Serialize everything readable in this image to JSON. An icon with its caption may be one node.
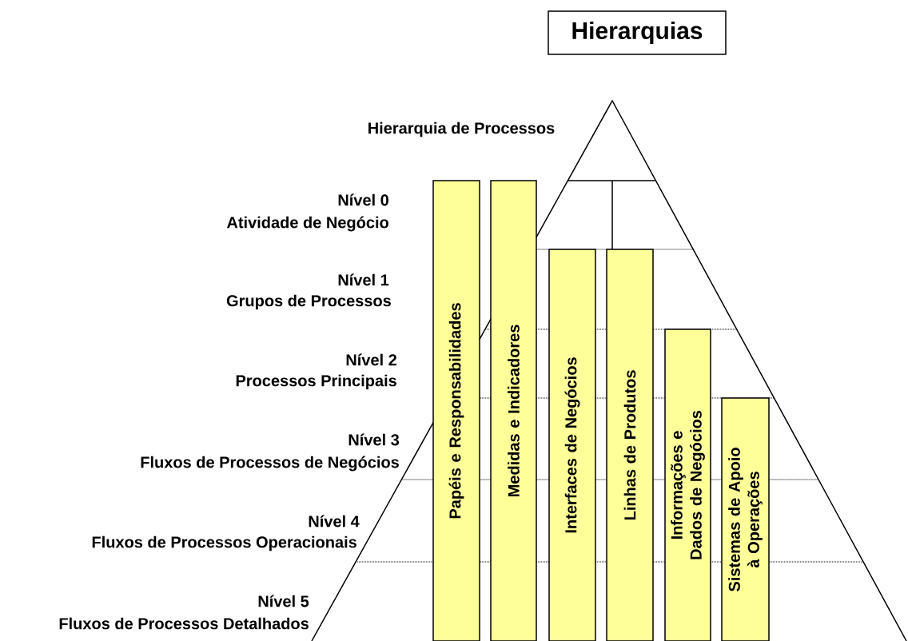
{
  "diagram": {
    "title": "Hierarquias",
    "nodes": [
      {
        "text": [
          "Papéis e Responsabilidades"
        ]
      },
      {
        "text": [
          "Medidas e Indicadores"
        ]
      },
      {
        "text": [
          "Interfaces de Negócios"
        ]
      },
      {
        "text": [
          "Linhas de Produtos"
        ]
      },
      {
        "text": [
          "Informações e Dados de Negócios"
        ]
      },
      {
        "text": [
          "Sistemas de Apoio à Operações"
        ]
      }
    ],
    "labels": [
      "Hierarquia de Processos",
      "Nível 0",
      "Atividade de Negócio",
      "Nível 1",
      "Grupos de Processos",
      "Nível 2",
      "Processos Principais",
      "Nível 3",
      "Fluxos de Processos de Negócios",
      "Nível 4",
      "Fluxos de Processos Operacionais",
      "Nível 5",
      "Fluxos de Processos Detalhados"
    ]
  }
}
